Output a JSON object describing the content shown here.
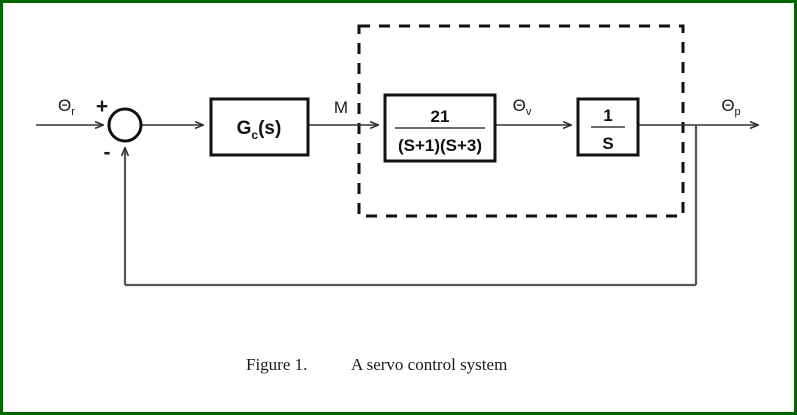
{
  "figure": {
    "border_color": "#006400",
    "background_color": "#ffffff",
    "caption_number": "Figure 1.",
    "caption_title": "A servo control system"
  },
  "diagram": {
    "type": "block-diagram",
    "description": "Closed-loop servo control system block diagram",
    "signals": {
      "reference": {
        "symbol": "Θ",
        "subscript": "r",
        "full": "Θr"
      },
      "controller_output": {
        "symbol": "M",
        "subscript": "",
        "full": "M"
      },
      "velocity": {
        "symbol": "Θ",
        "subscript": "v",
        "full": "Θv"
      },
      "position": {
        "symbol": "Θ",
        "subscript": "p",
        "full": "Θp"
      }
    },
    "summing_junction": {
      "positive_sign": "+",
      "negative_sign": "-"
    },
    "blocks": [
      {
        "id": "controller",
        "label_main": "G",
        "label_sub": "c",
        "label_tail": "(s)",
        "full_label": "Gc(s)"
      },
      {
        "id": "plant",
        "numerator": "21",
        "denominator": "(S+1)(S+3)",
        "full_label": "21/((S+1)(S+3))"
      },
      {
        "id": "integrator",
        "numerator": "1",
        "denominator": "S",
        "full_label": "1/S"
      }
    ],
    "enclosure": {
      "style": "dashed",
      "contains": [
        "plant",
        "integrator"
      ]
    },
    "feedback": {
      "path": "unity",
      "sign": "-"
    }
  }
}
